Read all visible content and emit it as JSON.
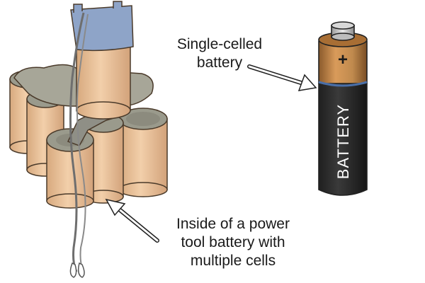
{
  "labels": {
    "single_cell": [
      "Single-celled",
      "battery"
    ],
    "pack": [
      "Inside of a power",
      "tool battery with",
      "multiple cells"
    ]
  },
  "battery_text": "BATTERY",
  "plus_sign": "+",
  "colors": {
    "cell_tan": "#e8bf96",
    "cell_top": "#9a9a8c",
    "terminal_blue": "#8ea4c8",
    "battery_copper": "#c08a4e",
    "battery_black": "#2b2b2b",
    "stripe_blue": "#4a6fa8"
  }
}
